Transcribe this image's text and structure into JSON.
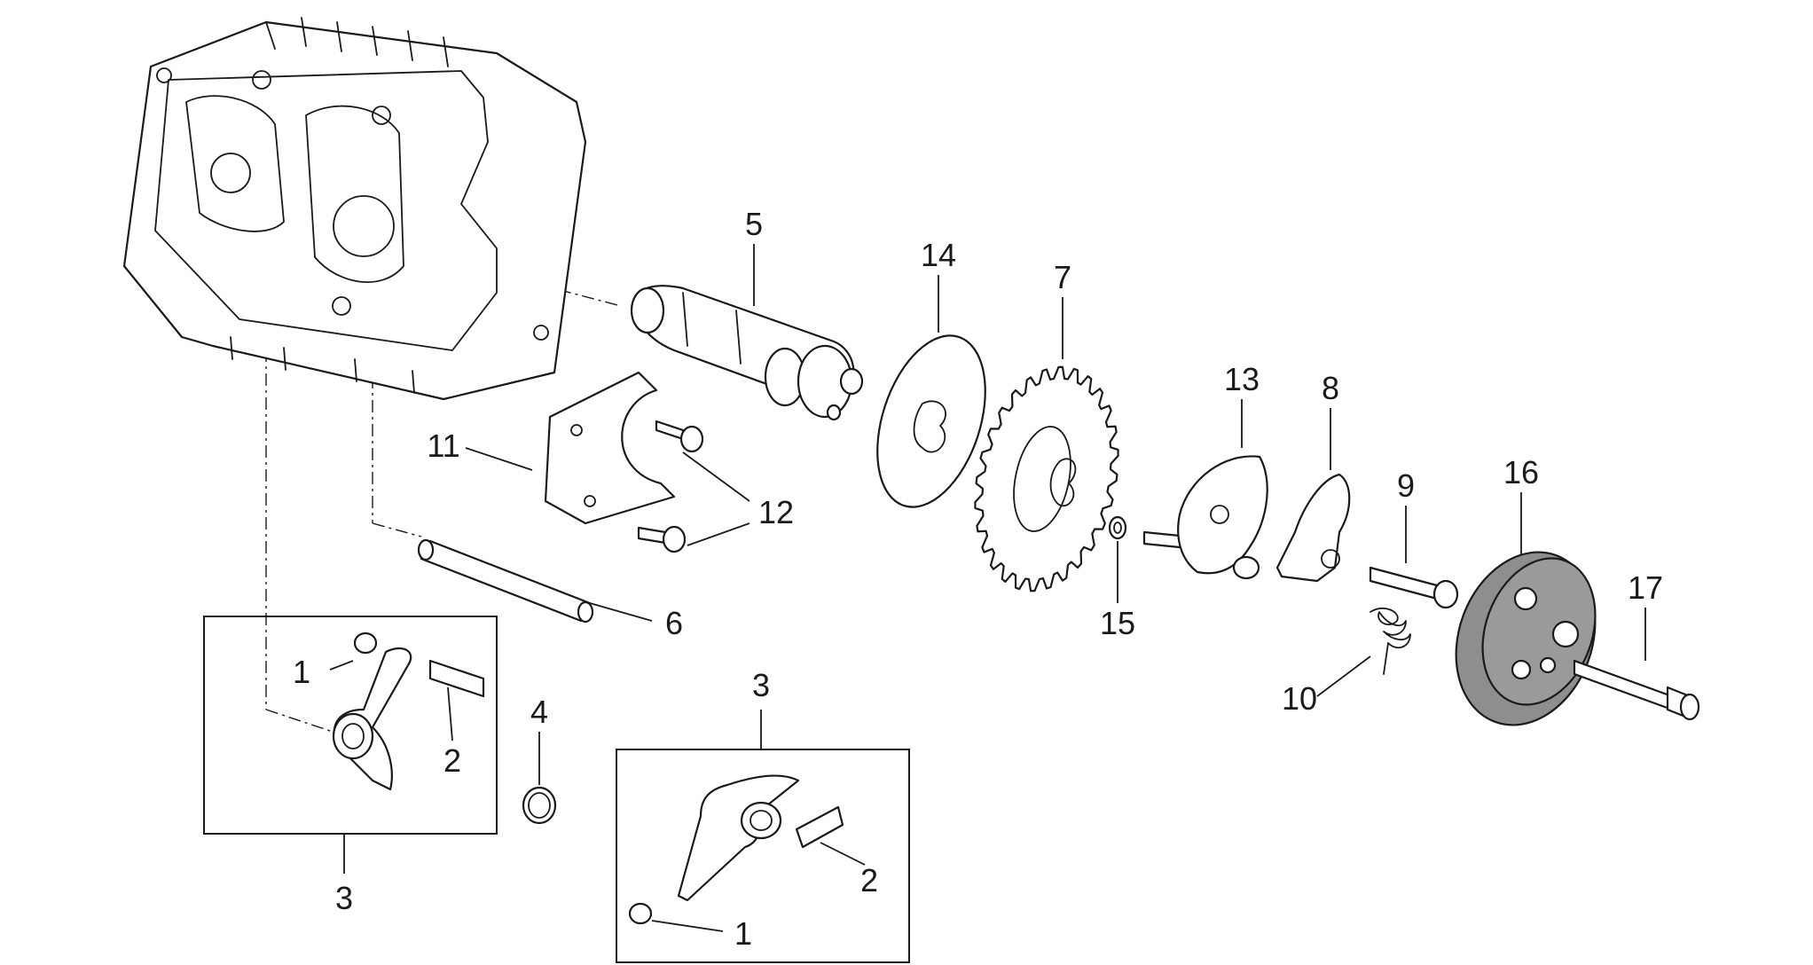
{
  "callouts": {
    "p1_left": "1",
    "p2_left": "2",
    "p3_left": "3",
    "p4": "4",
    "p5": "5",
    "p6": "6",
    "p7": "7",
    "p8": "8",
    "p9": "9",
    "p10": "10",
    "p11": "11",
    "p12": "12",
    "p13": "13",
    "p14": "14",
    "p15": "15",
    "p16": "16",
    "p17": "17",
    "p3_right": "3",
    "p2_right": "2",
    "p1_right": "1"
  },
  "colors": {
    "line": "#1a1a1a",
    "background": "#ffffff",
    "pulley_fill": "#8e8e8e"
  }
}
